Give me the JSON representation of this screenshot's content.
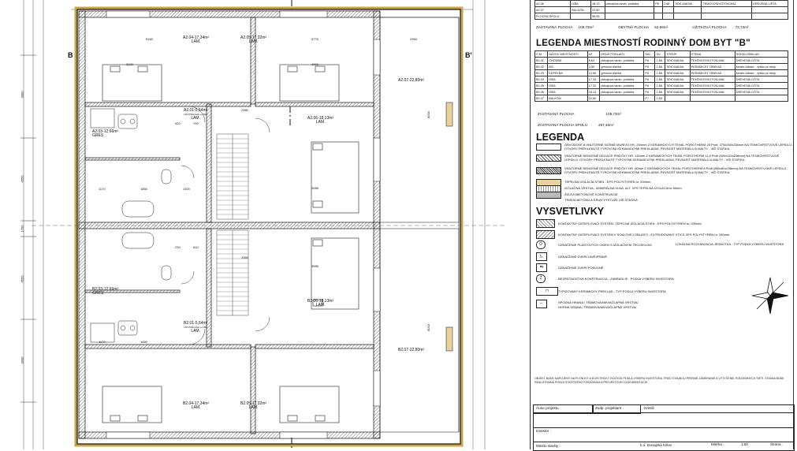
{
  "plan": {
    "dimension_top": [
      "5160",
      "5775",
      "2950"
    ],
    "dimension_mid": [
      "3100",
      "4200"
    ],
    "room_labels": [
      {
        "id": "A2.04",
        "text": "A2.04-17,34m²",
        "sub": "LAM."
      },
      {
        "id": "A2.05",
        "text": "A2.05-17,32m²",
        "sub": "LAM."
      },
      {
        "id": "A2.07",
        "text": "A2.07-22,80m²",
        "sub": ""
      },
      {
        "id": "A2.01",
        "text": "A2.01-5,64m²",
        "sub": "LAM."
      },
      {
        "id": "A2.06",
        "text": "A2.06-18,13m²",
        "sub": "LAM."
      },
      {
        "id": "A2.03",
        "text": "A2.03-12,66m²",
        "sub": "GRES"
      },
      {
        "id": "B2.03",
        "text": "B2.03-12,66m²",
        "sub": "GRES"
      },
      {
        "id": "B2.06",
        "text": "B2.06-18,13m²",
        "sub": "LAM."
      },
      {
        "id": "B2.01",
        "text": "B2.01-5,64m²",
        "sub": "LAM."
      },
      {
        "id": "B2.07",
        "text": "B2.07-22,80m²",
        "sub": ""
      },
      {
        "id": "B2.04",
        "text": "B2.04-17,34m²",
        "sub": "LAM."
      },
      {
        "id": "B2.05",
        "text": "B2.05-17,32m²",
        "sub": "LAM."
      }
    ],
    "inner_dims": [
      "1170",
      "1850",
      "1320",
      "1170",
      "1850",
      "3985",
      "3985",
      "2380",
      "2380",
      "520",
      "700",
      "230",
      "610"
    ],
    "section_marks": [
      "B",
      "B'"
    ],
    "left_dims": [
      "3000",
      "4550",
      "1700",
      "4550",
      "3000"
    ]
  },
  "panel": {
    "top_table": {
      "rows": [
        [
          "A2.06",
          "IZBA",
          "18,13",
          "plávajúca lamin. podlaha",
          "P6",
          "2,68",
          "SDK-MAĽBA",
          "TEMOVOSIVOTON-MAĽ",
          "DREVENÁ LIŠTA"
        ],
        [
          "A2.07",
          "BALKÓN",
          "22,80",
          "",
          "",
          "",
          "",
          "",
          ""
        ],
        [
          "PLOCHA SPOLU",
          "",
          "56,55",
          "",
          "",
          "",
          "",
          "",
          ""
        ]
      ],
      "area_line": {
        "zast_label": "ZASTAVANÁ PLOCHA",
        "zast_value": "109,73m²",
        "obyt_label": "OBYTNÁ PLOCHA",
        "obyt_value": "52,96m²",
        "uzit_label": "ÚŽITKOVÁ PLOCHA",
        "uzit_value": "73,73m²"
      }
    },
    "legend_b_title": "LEGENDA MIESTNOSTÍ RODINNÝ DOM BYT \"B\"",
    "legend_b_header": [
      "Č.M.",
      "NÁZOV MIESTNOSTI",
      "m²",
      "DRUH PODLAHY",
      "SKL.",
      "SV.",
      "STROP",
      "STENA",
      "SOKEL/OBKLAD"
    ],
    "legend_b_rows": [
      [
        "B2.01",
        "CHODBA",
        "5,64",
        "plávajúca lamin. podlaha",
        "P6",
        "2,68",
        "SDK-MAĽBA",
        "TEMOVOSIVOTON-MAĽ",
        "DREVENÁ LIŠTA"
      ],
      [
        "B2.02",
        "WC",
        "2,50",
        "gresová dlažba",
        "P5",
        "2,68",
        "SDK-MAĽBA",
        "KERAMICKÝ OBKLAD",
        "keram.obklad - výška po strop"
      ],
      [
        "B2.03",
        "KÚPEĽŇA",
        "12,66",
        "gresová dlažba",
        "P5",
        "2,68",
        "SDK-MAĽBA",
        "KERAMICKÝ OBKLAD",
        "keram.obklad - výška po strop"
      ],
      [
        "B2.04",
        "IZBA",
        "17,34",
        "plávajúca lamin. podlaha",
        "P6",
        "2,68",
        "SDK-MAĽBA",
        "TEMOVOSIVOTON-MAĽ",
        "DREVENÁ LIŠTA"
      ],
      [
        "B2.05",
        "IZBA",
        "17,32",
        "plávajúca lamin. podlaha",
        "P6",
        "2,68",
        "SDK-MAĽBA",
        "TEMOVOSIVOTON-MAĽ",
        "DREVENÁ LIŠTA"
      ],
      [
        "B2.06",
        "IZBA",
        "18,13",
        "plávajúca lamin. podlaha",
        "P6",
        "2,68",
        "SDK-MAĽBA",
        "TEMOVOSIVOTON-MAĽ",
        "DREVENÁ LIŠTA"
      ],
      [
        "B2.07",
        "BALKÓN",
        "22,80",
        "",
        "P7",
        "2,55",
        "",
        "",
        ""
      ]
    ],
    "zast_b": {
      "label": "ZASTAVANÁ PLOCHA",
      "value": "109,73m²"
    },
    "zast_spolu": {
      "label": "ZASTAVANÁ PLOCHA SPOLU",
      "value": "257,46m²"
    },
    "legenda_title": "LEGENDA",
    "legenda_items": [
      "OBVODOVÉ A VNÚTORNÉ NOSNÉ MURIVO HR. 250mm Z KERAMICKÝCH TEHÁL POROTHERM 25 Profi, 375x250x238mm NA TENKOVRSTVOVÉ LEPIDLO. OTVORY PREKLENUTÉ TYPOVÝMI KERAMICKÝMI PREKLADMI, PEVNOSŤ MATERIÁLU A MALTY - VIĎ STATIKA",
      "VNÚTORNÉ NENOSNÉ DELIACE PRIEČKY HR. 115mm Z KERAMICKÝCH TEHÁL POROTHERM 11,5 Profi (500x115x238mm) NA TENKOVRSTVOVÉ LEPIDLO. OTVORY PREKLENUTÉ TYPOVÝMI KERAMICKÝMI PREKLADMI, PEVNOSŤ MATERIÁLU A MALTY - VIĎ STATIKA",
      "VNÚTORNÉ NENOSNÉ DELIACE PRIEČKY HR. 80mm Z KERAMICKÝCH TEHÁL POROTHERM 8 Profi (500x80x238mm) NA TENKOVRSTVOVÉ LEPIDLO. OTVORY PREKLENUTÉ TYPOVÝMI KERAMICKÝMI PREKLADMI, PEVNOSŤ MATERIÁLU A MALTY - VIĎ STATIKA",
      "TEPELNÁ IZOLÁCIA STIEN - EPS POLYSTYRÉN hr. 200mm",
      "IZOLAČNÁ VRSTVA - MINERÁLNA VLNA, ALT. XPS TEPELNÁ IZOLÁCIA hr.50mm",
      "ŽELEZOBETÓNOVÉ KONŠTRUKCIE",
      "TRIEDA BETÓNU A DRUH VÝSTUŽE VIĎ STATIKA"
    ],
    "vysvetlivky_title": "VYSVETLIVKY",
    "vysvetlivky_items": [
      "KONTAKTNÝ ZATEPLOVACÍ SYSTÉM -TEPELNÁ IZOLÁCIA STIEN - EPS POLYSTYRÉN hr. 200mm",
      "KONTAKTNÝ ZATEPLOVACÍ SYSTÉM V SOKLOVEJ OBLASTI - EXTRUDOVANÝ XTICS XPS POLYSTYRÉN hr. 150mm",
      "OZNAČENIE PLASTOVÝCH OKIEN S IZOLAČNÝM TROJSKLOM",
      "OZNAČENIE DVERÍ ĽAVÉ/PRAVÉ",
      "OZNAČENIE DVERÍ POSUVNÉ",
      "BEZPEČNOSTNÁ KONŠTRUKCIA - ZÁBRADLIE - PODĽA VÝBERU INVESTORA",
      "TYPIZOVANÝ KERAMICKÝ PREKLAD - TYP PODĽA VÝBERU INVESTORA",
      "SPODNÁ HRANA / TRÁMOVÁ/NÍKVAČLAPNÁ VRSTVA/",
      "HORNÁ HRANA / TRÁMOVÁ/NÍKVAČLAPNÁ VRSTVA/"
    ],
    "window_note": "LOKÁLNA ROZVÁDZACIA JEDNOTKA - TYP PODĽA VÝBERU INVESTORA",
    "footnote": "OBJEKT BUDE NAPOJENÝ NA PLYNOVÝ A ELEKTRICKÝ ROZVOD PODĽA VÝBERU INVESTORA. PRED STAVBOU PRESNÉ ZAMERANIE A VYTÝČENIE PODZEMNÝCH SIETÍ. STAVBA BUDE REALIZOVANÁ PODĽA STATICKÉHO POSÚDENIA A PROJEKTOVEJ DOKUMENTÁCIE.",
    "title_block": {
      "autor_label": "Autor projektu",
      "zodp_label": "Zodp. projektant",
      "kreslil_label": "Kreslil",
      "investor_label": "Investor :",
      "miesto_label": "Miesto stavby :",
      "miesto_value": "k.ú. Dunajská Kiltov",
      "mierka_label": "Mierka :",
      "mierka_value": "1:50",
      "strana_label": "Strana :"
    }
  },
  "colors": {
    "line": "#1a1a1a",
    "insulation": "#e9d29a",
    "hatch": "#555555",
    "thin": "#777777"
  }
}
